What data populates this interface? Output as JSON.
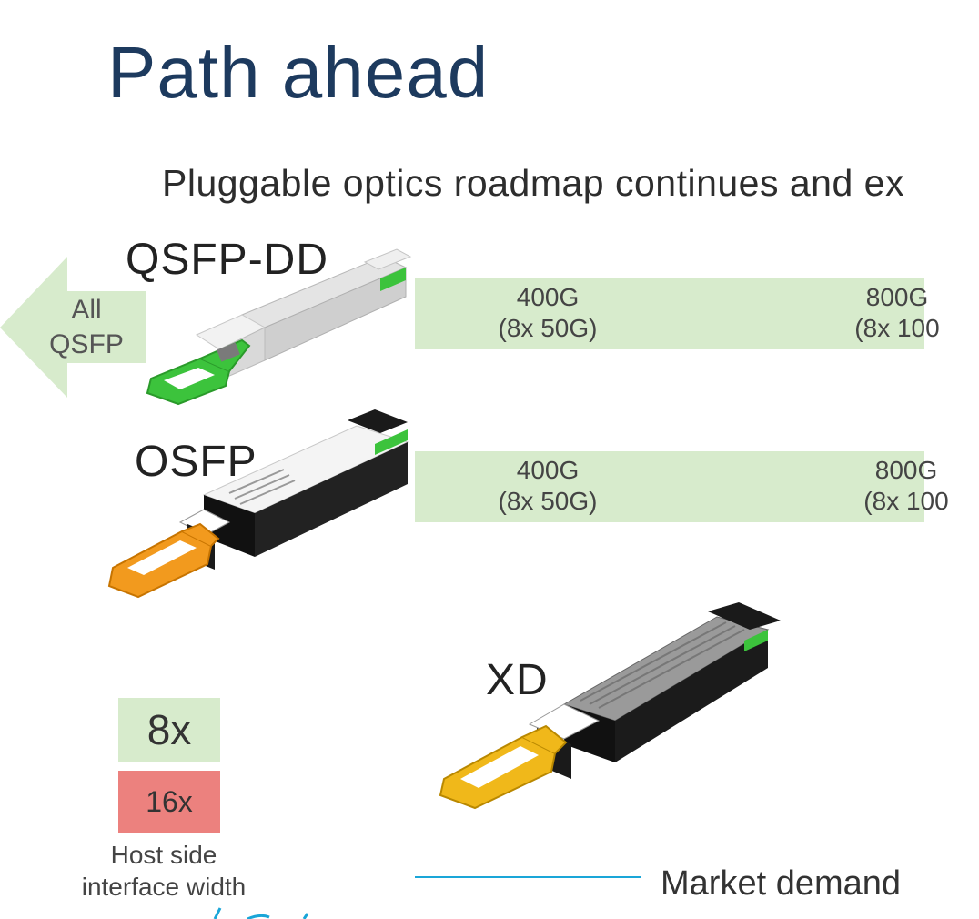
{
  "title": "Path ahead",
  "subtitle": "Pluggable optics roadmap continues and ex",
  "arrow": {
    "line1": "All",
    "line2": "QSFP",
    "color": "#d7ebcc"
  },
  "form_factors": [
    {
      "label": "QSFP-DD",
      "latch_color": "#3cc33c",
      "cells": [
        {
          "speed": "400G",
          "lanes": "(8x 50G)"
        },
        {
          "speed": "800G",
          "lanes": "(8x 100"
        }
      ]
    },
    {
      "label": "OSFP",
      "latch_color": "#f29a1e",
      "cells": [
        {
          "speed": "400G",
          "lanes": "(8x 50G)"
        },
        {
          "speed": "800G",
          "lanes": "(8x 100"
        }
      ]
    },
    {
      "label": "XD",
      "latch_color": "#f0b81a",
      "cells": []
    }
  ],
  "legend": {
    "items": [
      {
        "label": "8x",
        "color": "#d7ebcc"
      },
      {
        "label": "16x",
        "color": "#ec817e"
      }
    ],
    "caption_line1": "Host side",
    "caption_line2": "interface width"
  },
  "demand": {
    "label": "Market demand",
    "color": "#1aa6d8"
  }
}
